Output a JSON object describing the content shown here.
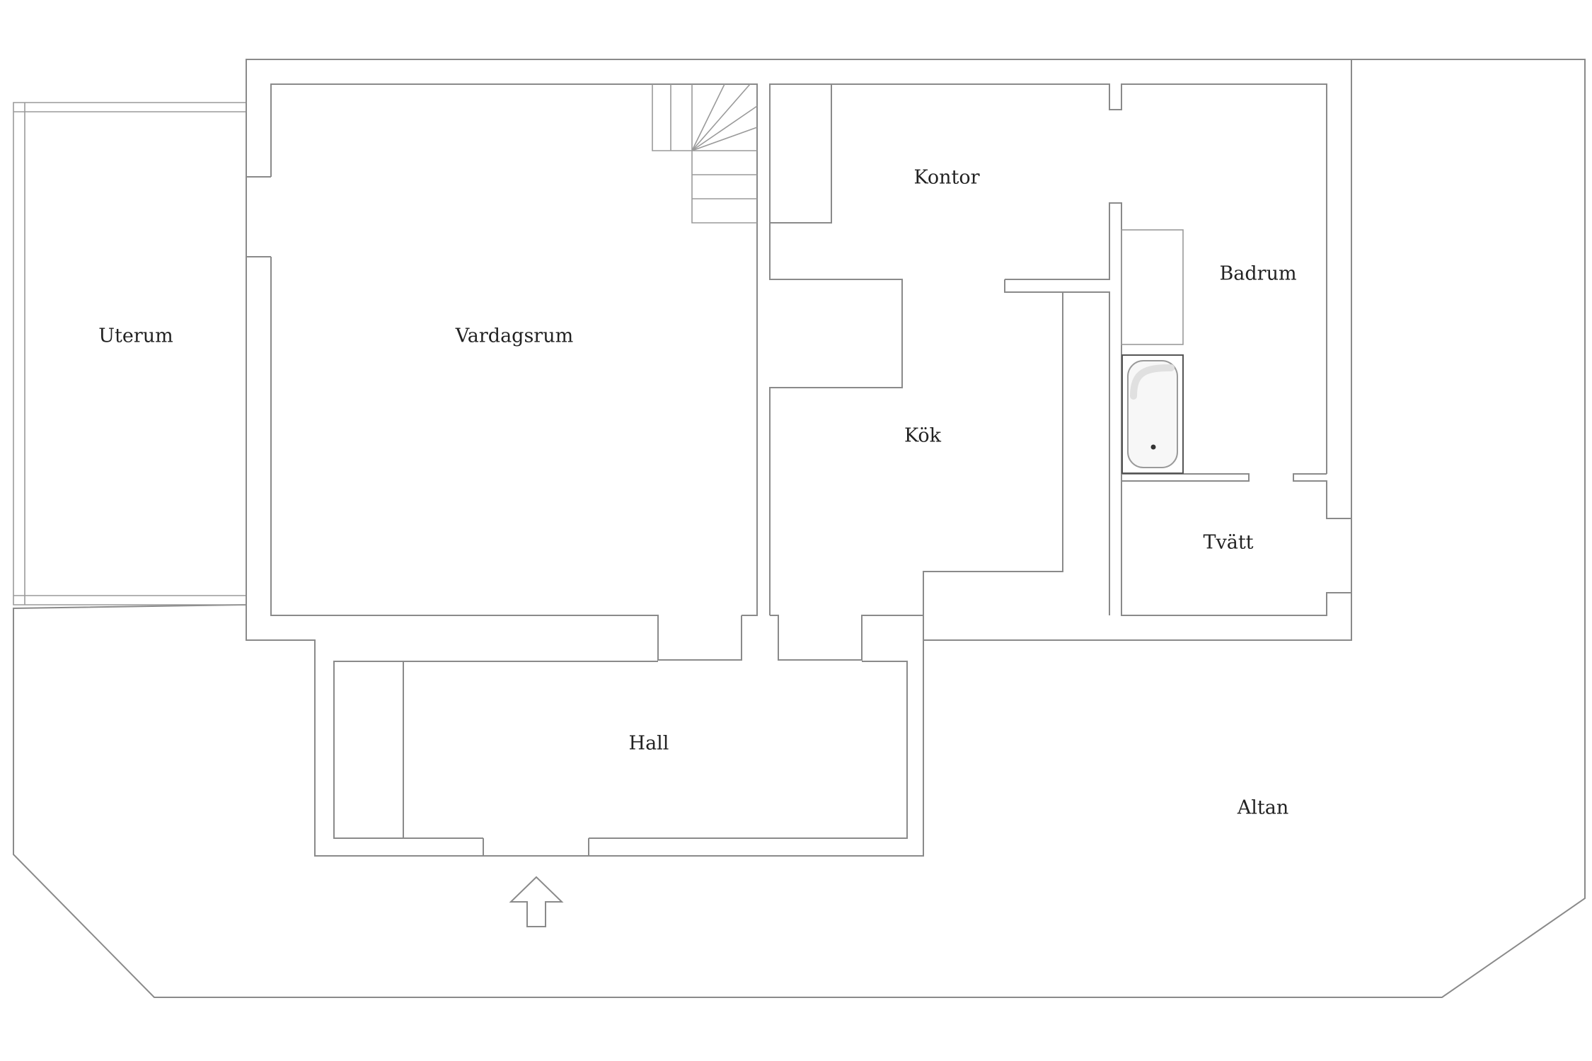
{
  "rooms": {
    "uterum": "Uterum",
    "vardagsrum": "Vardagsrum",
    "kontor": "Kontor",
    "badrum": "Badrum",
    "kok": "Kök",
    "tvatt": "Tvätt",
    "hall": "Hall",
    "altan": "Altan"
  },
  "icons": {
    "entrance": "entrance-arrow-icon",
    "stairs": "staircase-icon",
    "bathtub": "bathtub-icon"
  },
  "colors": {
    "wall": "#8a8a8a",
    "label": "#222222",
    "background": "#ffffff"
  }
}
